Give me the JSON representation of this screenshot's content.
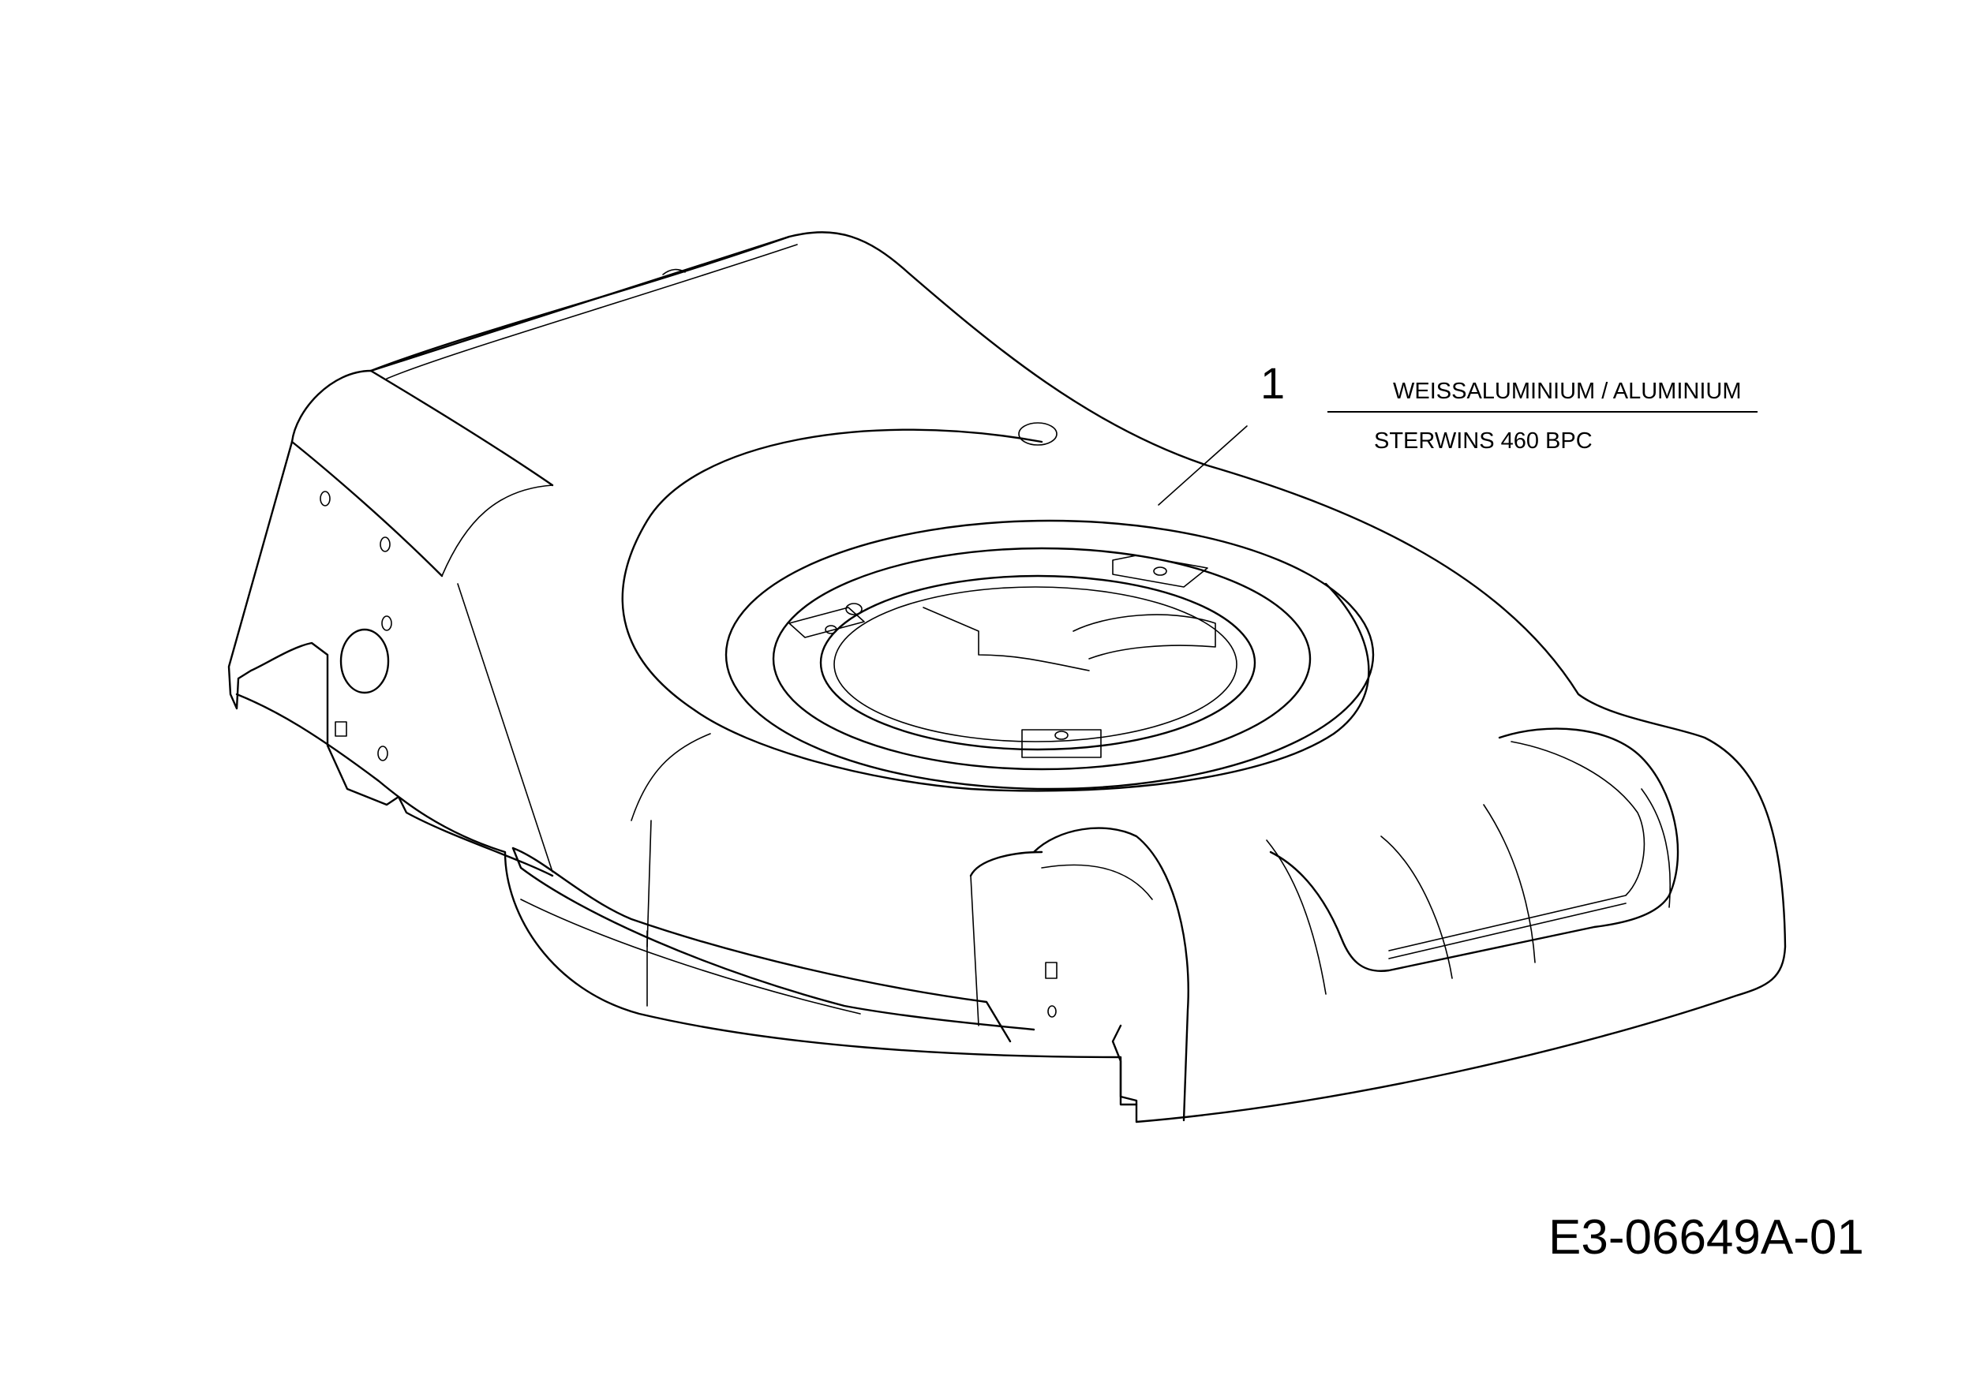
{
  "callout": {
    "number": "1",
    "material": "WEISSALUMINIUM / ALUMINIUM",
    "model": "STERWINS 460 BPC"
  },
  "drawing_number": "E3-06649A-01"
}
